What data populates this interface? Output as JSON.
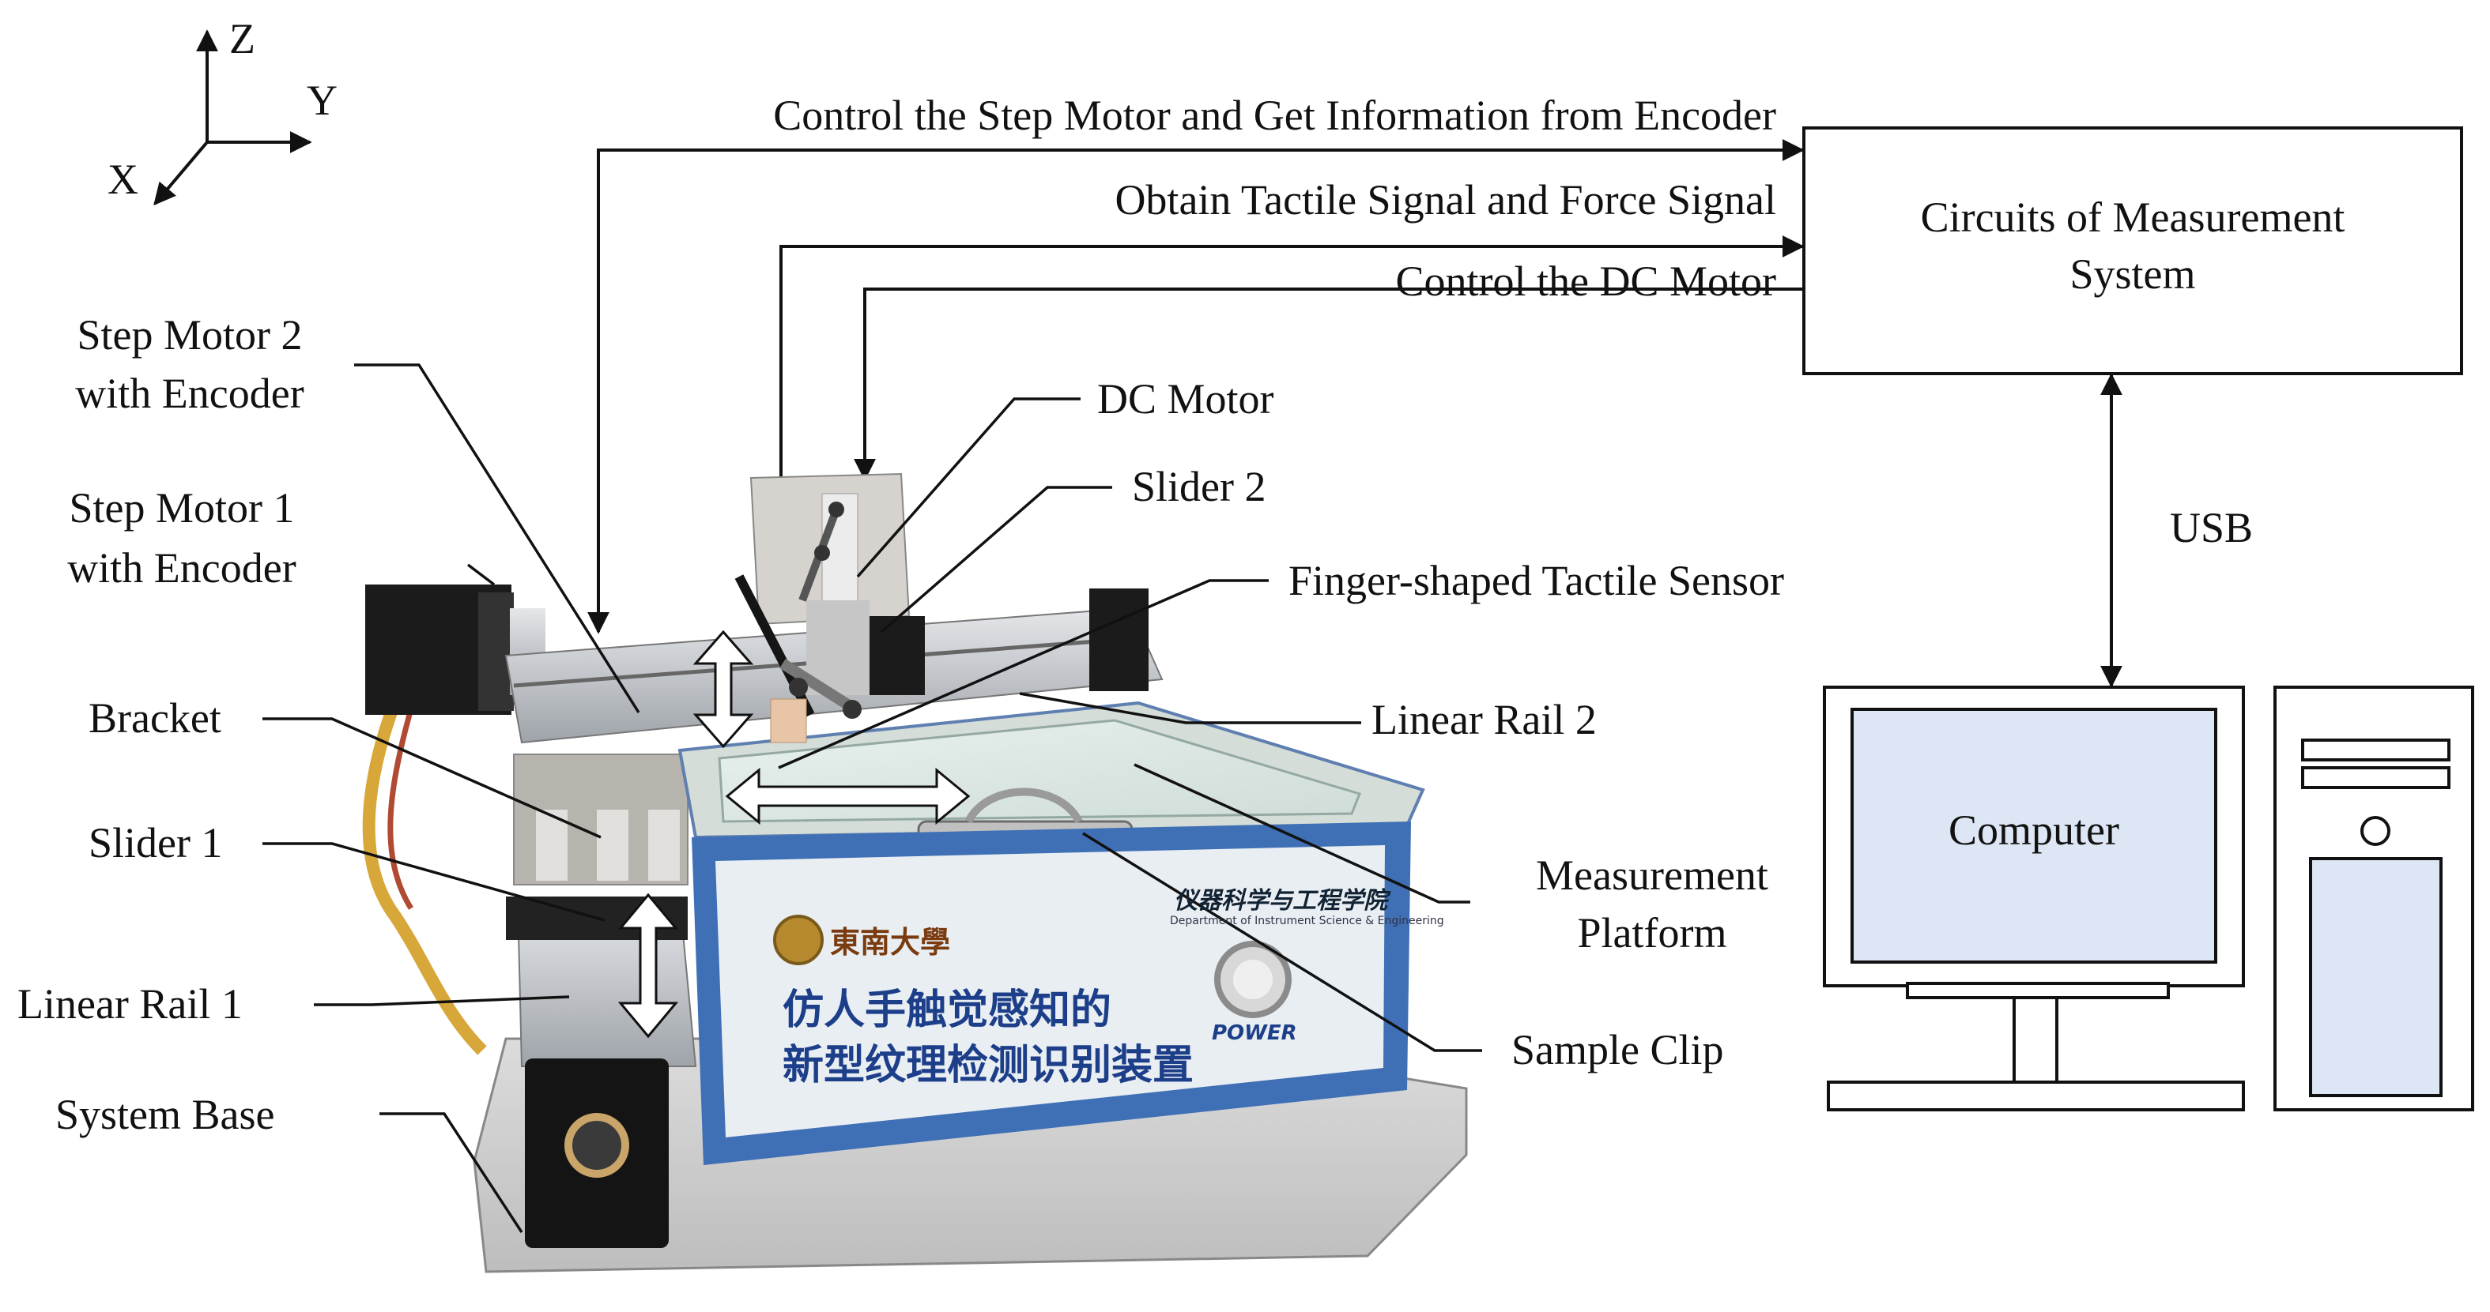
{
  "axes": {
    "z": "Z",
    "y": "Y",
    "x": "X"
  },
  "signals": {
    "step_motor_encoder": "Control the Step Motor and Get Information from Encoder",
    "tactile_force": "Obtain Tactile Signal and Force Signal",
    "dc_motor": "Control the DC Motor"
  },
  "circuits": {
    "line1": "Circuits of Measurement",
    "line2": "System"
  },
  "usb": "USB",
  "computer": "Computer",
  "labels": {
    "step_motor_2": [
      "Step Motor 2",
      "with Encoder"
    ],
    "step_motor_1": [
      "Step Motor 1",
      "with Encoder"
    ],
    "bracket": "Bracket",
    "slider_1": "Slider 1",
    "linear_rail_1": "Linear Rail 1",
    "system_base": "System Base",
    "dc_motor": "DC Motor",
    "slider_2": "Slider 2",
    "finger_sensor": "Finger-shaped Tactile Sensor",
    "linear_rail_2": "Linear Rail 2",
    "measurement_platform": [
      "Measurement",
      "Platform"
    ],
    "sample_clip": "Sample Clip"
  },
  "device": {
    "university": "東南大學",
    "department": "仪器科学与工程学院",
    "department_en": "Department of Instrument Science & Engineering",
    "title_line1": "仿人手触觉感知的",
    "title_line2": "新型纹理检测识别装置",
    "power": "POWER"
  },
  "colors": {
    "frame_blue": "#3f6fb5",
    "monitor_screen": "#dde6f4",
    "aluminum": "#c9ccd0",
    "panel_face": "#e9eef3",
    "motor_black": "#1b1b1b"
  }
}
